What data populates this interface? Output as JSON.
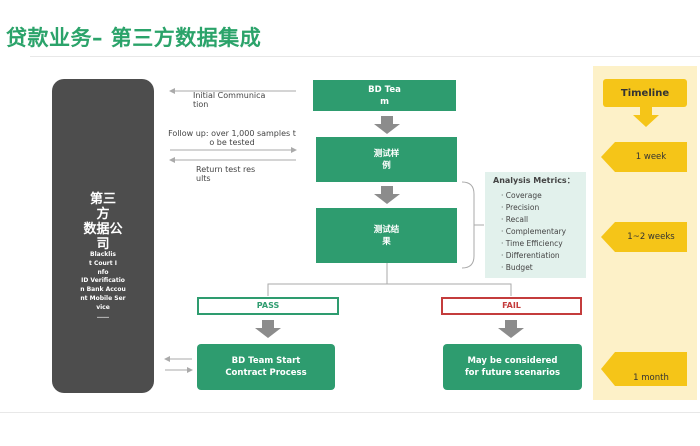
{
  "title": "贷款业务– 第三方数据集成",
  "third_party": {
    "name": "第三\n方\n数据公\n司",
    "services": "Blacklis\nt  Court I\nnfo\nID   Verificatio\nn  Bank Accou\nnt  Mobile Ser\nvice\n……"
  },
  "flow": {
    "bd_team": "BD Tea\nm",
    "test_cases": "测试样\n例",
    "test_results": "测试结\n果",
    "pass_label": "PASS",
    "fail_label": "FAIL",
    "pass_action": "BD Team Start\nContract Process",
    "fail_action": "May be considered\nfor future scenarios"
  },
  "notes": {
    "initial": "Initial Communica\ntion",
    "followup": "Follow up: over 1,000 samples t\no be  tested",
    "return": "Return test res\nults"
  },
  "metrics": {
    "header": "Analysis Metrics：",
    "items": [
      "· Coverage",
      "· Precision",
      "· Recall",
      "· Complementary",
      "· Time Efficiency",
      "· Differentiation",
      "· Budget"
    ]
  },
  "timeline": {
    "header": "Timeline",
    "steps": [
      "1 week",
      "1~2 weeks",
      "1 month"
    ]
  },
  "colors": {
    "green": "#2e9c6f",
    "title_green": "#2ba36a",
    "fail_red": "#c43c3c",
    "timeline_yellow": "#f5c518",
    "timeline_bg": "#fdf1c8"
  }
}
